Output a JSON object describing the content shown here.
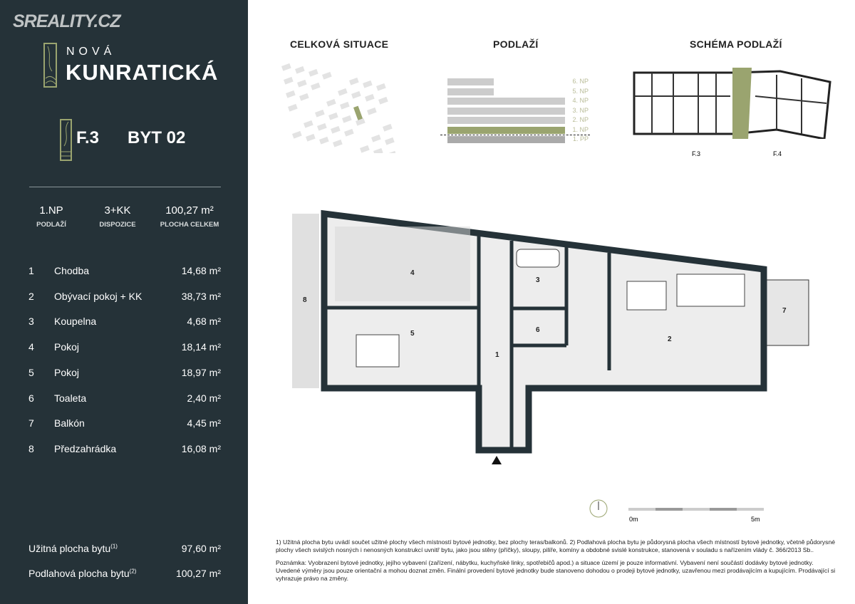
{
  "watermark": "SREALITY.CZ",
  "project": {
    "line1": "NOVÁ",
    "line2": "KUNRATICKÁ"
  },
  "building": "F.3",
  "unit": "BYT 02",
  "stats": [
    {
      "value": "1.NP",
      "label": "PODLAŽÍ"
    },
    {
      "value": "3+KK",
      "label": "DISPOZICE"
    },
    {
      "value": "100,27 m²",
      "label": "PLOCHA CELKEM"
    }
  ],
  "rooms": [
    {
      "no": "1",
      "name": "Chodba",
      "area": "14,68 m²"
    },
    {
      "no": "2",
      "name": "Obývací pokoj + KK",
      "area": "38,73 m²"
    },
    {
      "no": "3",
      "name": "Koupelna",
      "area": "4,68 m²"
    },
    {
      "no": "4",
      "name": "Pokoj",
      "area": "18,14 m²"
    },
    {
      "no": "5",
      "name": "Pokoj",
      "area": "18,97 m²"
    },
    {
      "no": "6",
      "name": "Toaleta",
      "area": "2,40 m²"
    },
    {
      "no": "7",
      "name": "Balkón",
      "area": "4,45 m²"
    },
    {
      "no": "8",
      "name": "Předzahrádka",
      "area": "16,08 m²"
    }
  ],
  "totals": [
    {
      "label": "Užitná plocha bytu",
      "sup": "(1)",
      "value": "97,60 m²"
    },
    {
      "label": "Podlahová plocha bytu",
      "sup": "(2)",
      "value": "100,27 m²"
    }
  ],
  "headers": {
    "site": "CELKOVÁ SITUACE",
    "floors": "PODLAŽÍ",
    "schema": "SCHÉMA PODLAŽÍ"
  },
  "floors": [
    "6. NP",
    "5. NP",
    "4. NP",
    "3. NP",
    "2. NP",
    "1. NP",
    "1. PP"
  ],
  "schema_labels": [
    "F.3",
    "F.4"
  ],
  "scale": {
    "start": "0m",
    "end": "5m"
  },
  "colors": {
    "sidebar": "#253238",
    "accent": "#9aa46f"
  },
  "footnotes": [
    "1) Užitná plocha bytu uvádí součet užitné plochy všech místností bytové jednotky, bez plochy teras/balkonů. 2) Podlahová plocha bytu je půdorysná plocha všech místností bytové jednotky, včetně půdorysné plochy všech svislých nosných i nenosných konstrukcí uvnitř bytu, jako jsou stěny (příčky), sloupy, pilíře, komíny a obdobné svislé konstrukce, stanovená v souladu s nařízením vlády č. 366/2013 Sb..",
    "Poznámka: Vyobrazení bytové jednotky, jejího vybavení (zařízení, nábytku, kuchyňské linky, spotřebičů apod.) a situace území je pouze informativní. Vybavení není součástí dodávky bytové jednotky. Uvedené výměry jsou pouze orientační a mohou doznat změn. Finální provedení bytové jednotky bude stanoveno dohodou o prodeji bytové jednotky, uzavřenou mezi prodávajícím a kupujícím. Prodávající si vyhrazuje právo na změny."
  ]
}
